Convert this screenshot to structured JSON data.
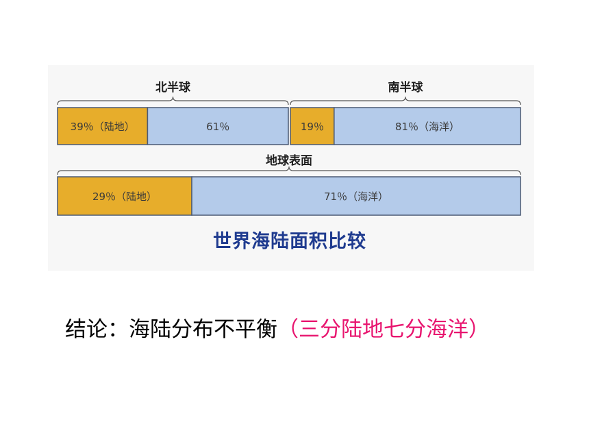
{
  "chart_data": {
    "type": "bar",
    "title": "世界海陆面积比较",
    "groups": [
      {
        "name": "北半球",
        "segments": [
          {
            "label": "39％（陆地）",
            "value": 39,
            "kind": "land"
          },
          {
            "label": "61％",
            "value": 61,
            "kind": "ocean"
          }
        ]
      },
      {
        "name": "南半球",
        "segments": [
          {
            "label": "19％",
            "value": 19,
            "kind": "land"
          },
          {
            "label": "81％（海洋）",
            "value": 81,
            "kind": "ocean"
          }
        ]
      },
      {
        "name": "地球表面",
        "segments": [
          {
            "label": "29％（陆地）",
            "value": 29,
            "kind": "land"
          },
          {
            "label": "71％（海洋）",
            "value": 71,
            "kind": "ocean"
          }
        ]
      }
    ],
    "colors": {
      "land": "#e7ad2b",
      "ocean": "#b4cbea"
    }
  },
  "conclusion": {
    "prefix": "结论：海陆分布不平衡",
    "note": "（三分陆地七分海洋）"
  }
}
